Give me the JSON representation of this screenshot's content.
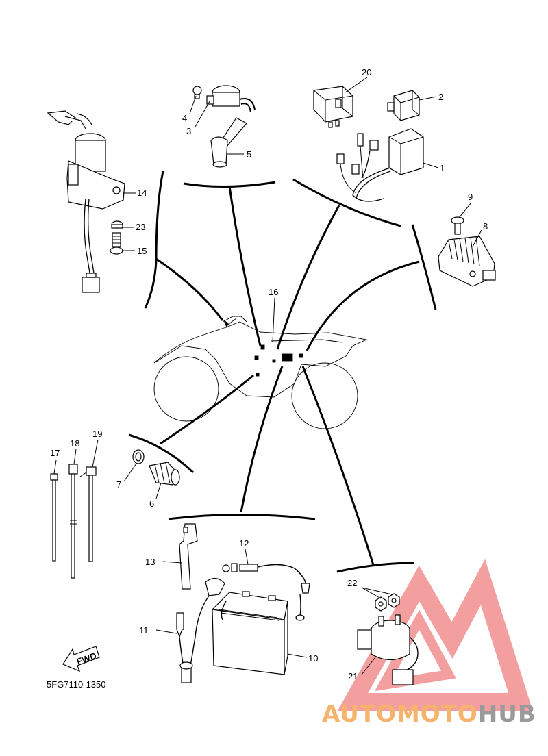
{
  "diagram": {
    "code": "5FG7110-1350",
    "fwd_label": "FWD",
    "parts": [
      {
        "num": "1"
      },
      {
        "num": "2"
      },
      {
        "num": "3"
      },
      {
        "num": "4"
      },
      {
        "num": "5"
      },
      {
        "num": "6"
      },
      {
        "num": "7"
      },
      {
        "num": "8"
      },
      {
        "num": "9"
      },
      {
        "num": "10"
      },
      {
        "num": "11"
      },
      {
        "num": "12"
      },
      {
        "num": "13"
      },
      {
        "num": "14"
      },
      {
        "num": "15"
      },
      {
        "num": "16"
      },
      {
        "num": "17"
      },
      {
        "num": "18"
      },
      {
        "num": "19"
      },
      {
        "num": "20"
      },
      {
        "num": "21"
      },
      {
        "num": "22"
      },
      {
        "num": "23"
      }
    ]
  },
  "watermark": {
    "part1": "AUTOMOTO",
    "part2": "HUB",
    "color1": "#f6b36b",
    "color2": "#9a9a9a",
    "logo_color": "#f08080"
  }
}
